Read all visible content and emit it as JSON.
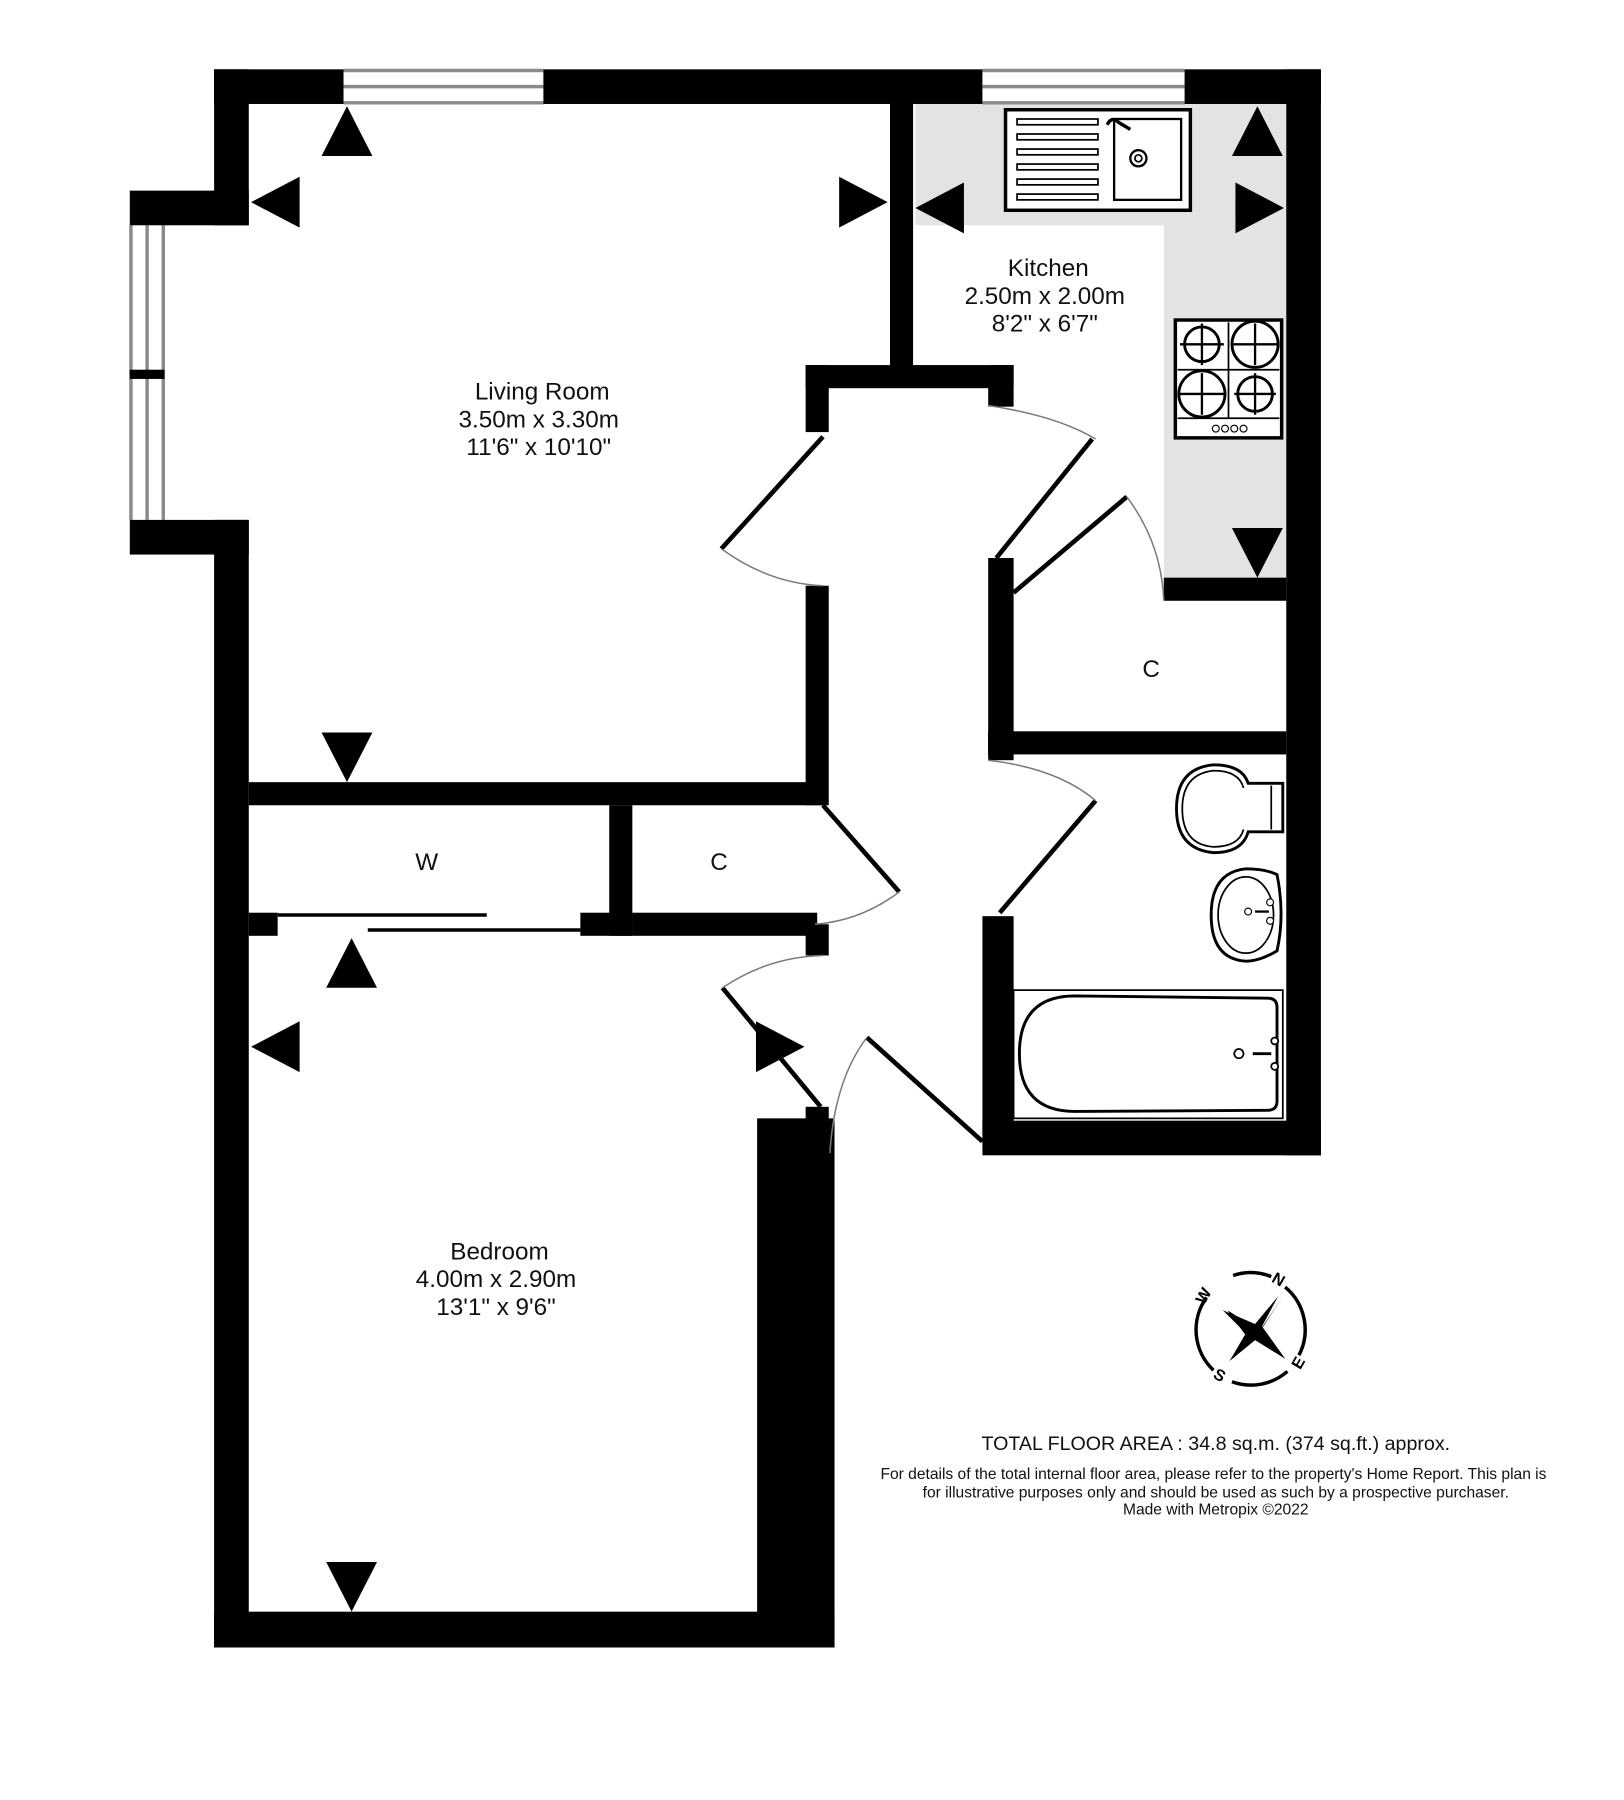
{
  "plan": {
    "rooms": {
      "living_room": {
        "name": "Living Room",
        "metric": "3.50m  x 3.30m",
        "imperial": "11'6\"  x 10'10\""
      },
      "kitchen": {
        "name": "Kitchen",
        "metric": "2.50m  x 2.00m",
        "imperial": "8'2\"  x 6'7\""
      },
      "bedroom": {
        "name": "Bedroom",
        "metric": "4.00m  x 2.90m",
        "imperial": "13'1\"  x 9'6\""
      },
      "wardrobe": {
        "label": "W"
      },
      "cupboard_hall": {
        "label": "C"
      },
      "cupboard_kitchen": {
        "label": "C"
      }
    },
    "fixtures": [
      "sink-drainer",
      "gas-hob",
      "toilet",
      "wash-basin",
      "bath"
    ],
    "compass": {
      "n": "N",
      "e": "E",
      "s": "S",
      "w": "W"
    },
    "colors": {
      "wall": "#000000",
      "counter": "#e3e3e3",
      "window": "#8a8a8a",
      "background": "#ffffff"
    }
  },
  "footer": {
    "total_area": "TOTAL FLOOR AREA : 34.8 sq.m. (374 sq.ft.) approx.",
    "disclaimer_line1": "For details of the total internal floor area, please refer to the property's Home Report. This plan is",
    "disclaimer_line2": "for illustrative purposes only and should be used as such by a prospective purchaser.",
    "credit": "Made with Metropix ©2022"
  }
}
